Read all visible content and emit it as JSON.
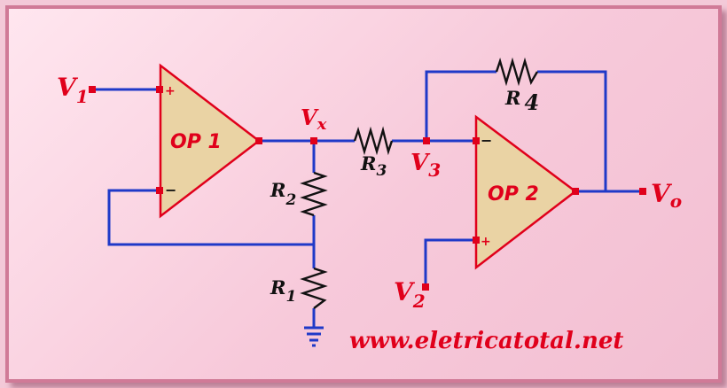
{
  "nodes": {
    "v1": {
      "main": "V",
      "sub": "1"
    },
    "vx": {
      "main": "V",
      "sub": "x"
    },
    "v3": {
      "main": "V",
      "sub": "3"
    },
    "v2": {
      "main": "V",
      "sub": "2"
    },
    "vo": {
      "main": "V",
      "sub": "o"
    }
  },
  "resistors": {
    "r1": {
      "main": "R",
      "sub": "1"
    },
    "r2": {
      "main": "R",
      "sub": "2"
    },
    "r3": {
      "main": "R",
      "sub": "3"
    },
    "r4": {
      "main": "R",
      "sub": "4"
    }
  },
  "opamps": {
    "op1": {
      "label": "OP 1",
      "plus": "+",
      "minus": "−"
    },
    "op2": {
      "label": "OP 2",
      "plus": "+",
      "minus": "−"
    }
  },
  "watermark": "www.eletricatotal.net",
  "colors": {
    "wire": "#1f39c8",
    "label": "#e0001b",
    "opamp_fill": "#ead3a4",
    "background": "#f7c9da"
  }
}
